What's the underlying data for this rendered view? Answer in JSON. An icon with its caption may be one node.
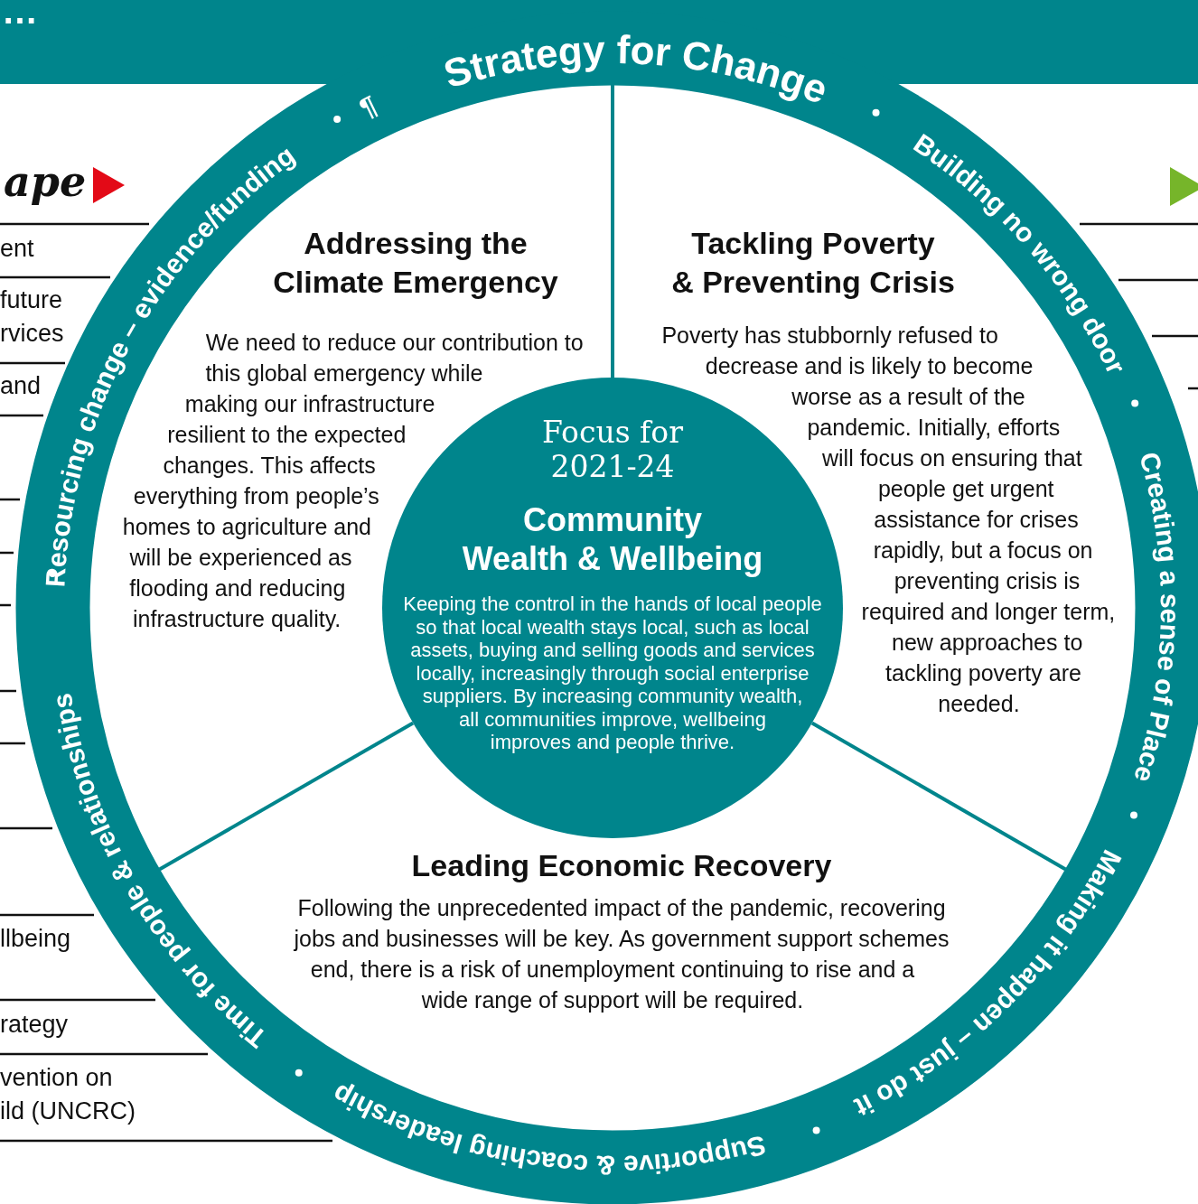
{
  "diagram": {
    "nodes": [
      {
        "text": [
          "Resourcing change – evidence/funding",
          "Strategy for Change",
          "Building no wrong door",
          "Creating a sense of Place",
          "Making it happen – just do it",
          "Supportive & coaching leadership",
          "Time for people & relationships"
        ]
      },
      {
        "text": [
          "Addressing the Climate Emergency",
          "We need to reduce our contribution to this global emergency while making our infrastructure resilient to the expected changes. This affects everything from people’s homes to agriculture and will be experienced as flooding and reducing infrastructure quality."
        ],
        "in": 0
      },
      {
        "text": [
          "Tackling Poverty & Preventing Crisis",
          "Poverty has stubbornly refused to decrease and is likely to become worse as a result of the pandemic. Initially, efforts will focus on ensuring that people get urgent assistance for crises rapidly, but a focus on preventing crisis is required and longer term, new approaches to tackling poverty are needed."
        ],
        "in": 0
      },
      {
        "text": [
          "Focus for 2021-24",
          "Community Wealth & Wellbeing",
          "Keeping the control in the hands of local people so that local wealth stays local, such as local assets, buying and selling goods and services locally, increasingly through social enterprise suppliers. By increasing community wealth, all communities improve, wellbeing improves and people thrive."
        ],
        "in": 0
      },
      {
        "text": [
          "Leading Economic Recovery",
          "Following the unprecedented impact of the pandemic, recovering jobs and businesses will be key. As government support schemes end, there is a risk of unemployment continuing to rise and a wide range of support will be required."
        ],
        "in": 0
      }
    ],
    "labels": [
      "…",
      "¶",
      "ape",
      "ent",
      "future rvices",
      "and",
      "llbeing",
      "rategy",
      "vention on ild (UNCRC)"
    ]
  }
}
